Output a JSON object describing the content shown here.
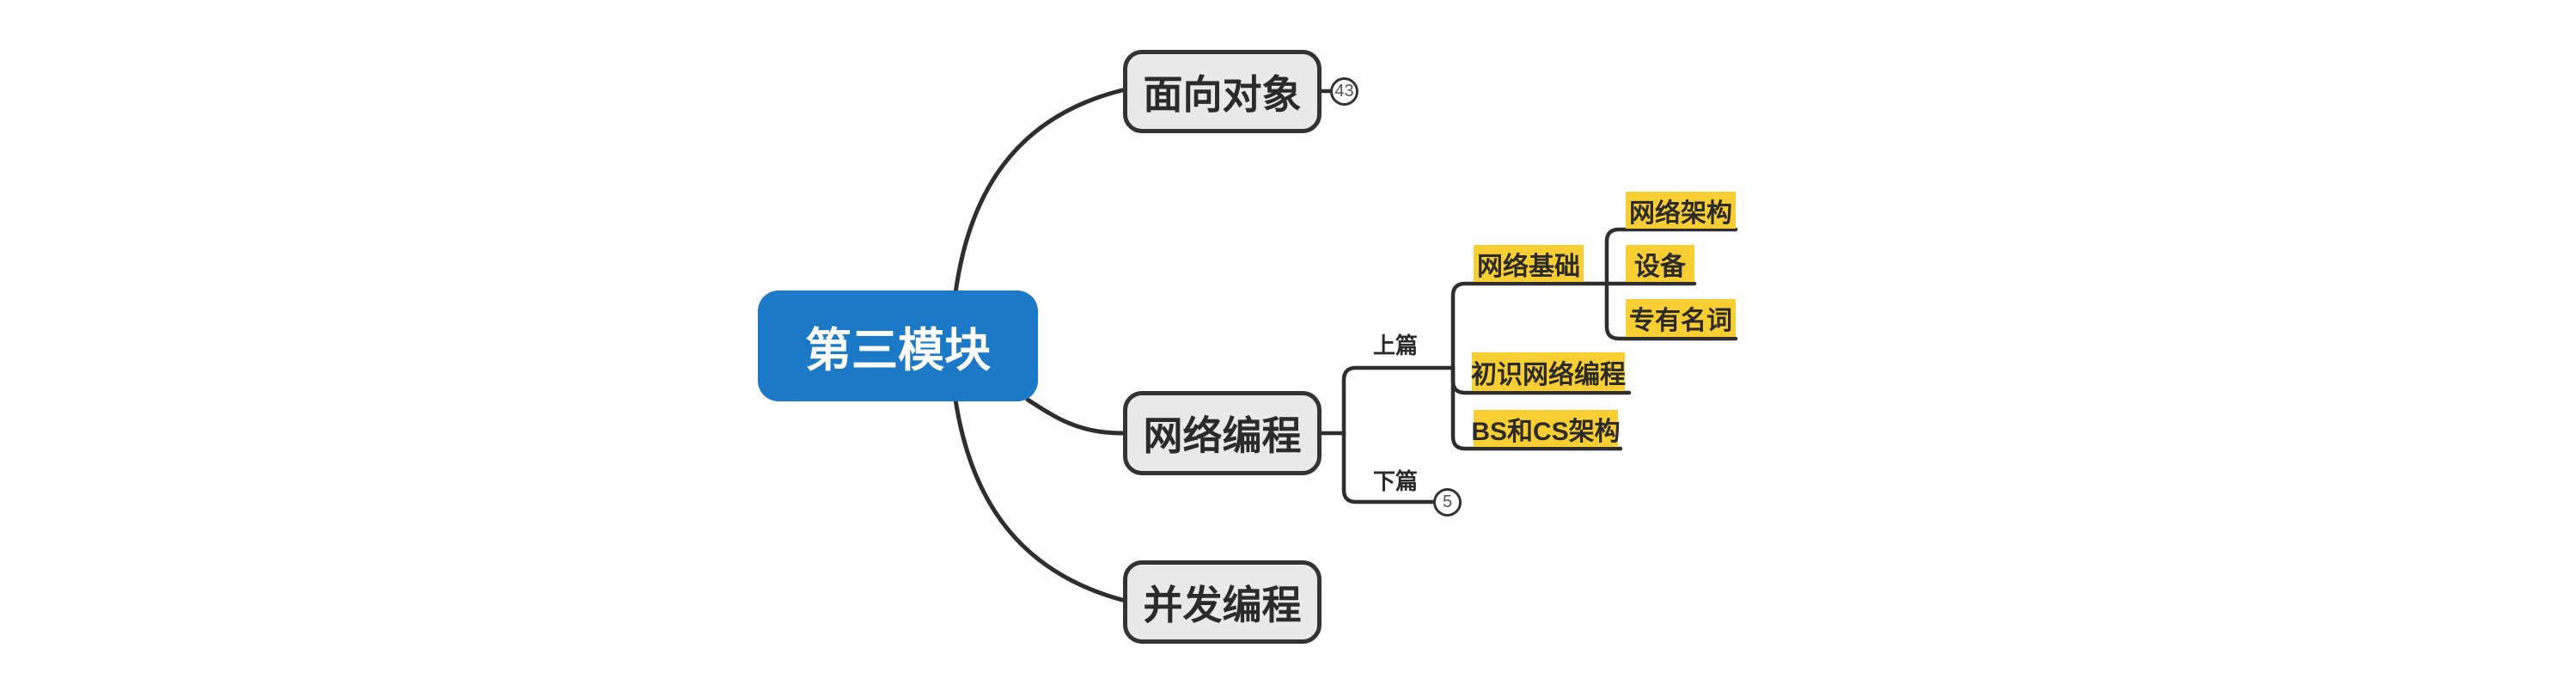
{
  "colors": {
    "background": "#FFFFFF",
    "root_fill": "#1B79C7",
    "root_text": "#FFFFFF",
    "branch_fill": "#E9E9E9",
    "branch_border": "#333333",
    "leaf_fill": "#F8CE32",
    "line": "#2E2E2E",
    "text": "#2B2B2B",
    "badge_fill": "#FFFFFF",
    "badge_border": "#333333",
    "badge_text": "#555555"
  },
  "mindmap": {
    "root": {
      "label": "第三模块"
    },
    "branches": [
      {
        "label": "面向对象",
        "collapsed_count": "43"
      },
      {
        "label": "网络编程",
        "children": [
          {
            "label": "上篇",
            "children": [
              {
                "label": "网络基础",
                "children": [
                  {
                    "label": "网络架构"
                  },
                  {
                    "label": "设备"
                  },
                  {
                    "label": "专有名词"
                  }
                ]
              },
              {
                "label": "初识网络编程"
              },
              {
                "label": "BS和CS架构"
              }
            ]
          },
          {
            "label": "下篇",
            "collapsed_count": "5"
          }
        ]
      },
      {
        "label": "并发编程"
      }
    ]
  }
}
